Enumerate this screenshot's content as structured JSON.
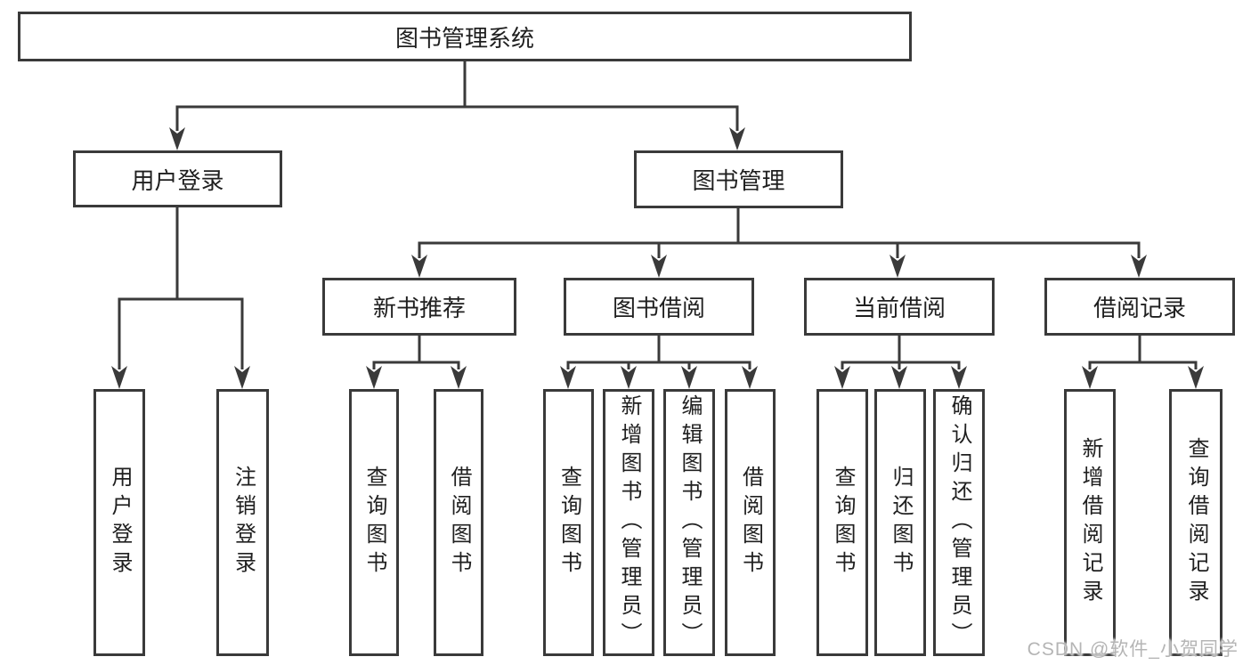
{
  "diagram": {
    "root": {
      "label": "图书管理系统"
    },
    "branches": [
      {
        "label": "用户登录",
        "children": [
          {
            "label": "用户登录"
          },
          {
            "label": "注销登录"
          }
        ]
      },
      {
        "label": "图书管理",
        "children": [
          {
            "label": "新书推荐",
            "children": [
              {
                "label": "查询图书"
              },
              {
                "label": "借阅图书"
              }
            ]
          },
          {
            "label": "图书借阅",
            "children": [
              {
                "label": "查询图书"
              },
              {
                "label": "新增图书（管理员）"
              },
              {
                "label": "编辑图书（管理员）"
              },
              {
                "label": "借阅图书"
              }
            ]
          },
          {
            "label": "当前借阅",
            "children": [
              {
                "label": "查询图书"
              },
              {
                "label": "归还图书"
              },
              {
                "label": "确认归还（管理员）"
              }
            ]
          },
          {
            "label": "借阅记录",
            "children": [
              {
                "label": "新增借阅记录"
              },
              {
                "label": "查询借阅记录"
              }
            ]
          }
        ]
      }
    ]
  },
  "watermark": "CSDN @软件_小贺同学",
  "colors": {
    "line": "#3a3a3a",
    "text": "#1f1f1f",
    "watermark": "#b5b5b5",
    "background": "#ffffff"
  }
}
